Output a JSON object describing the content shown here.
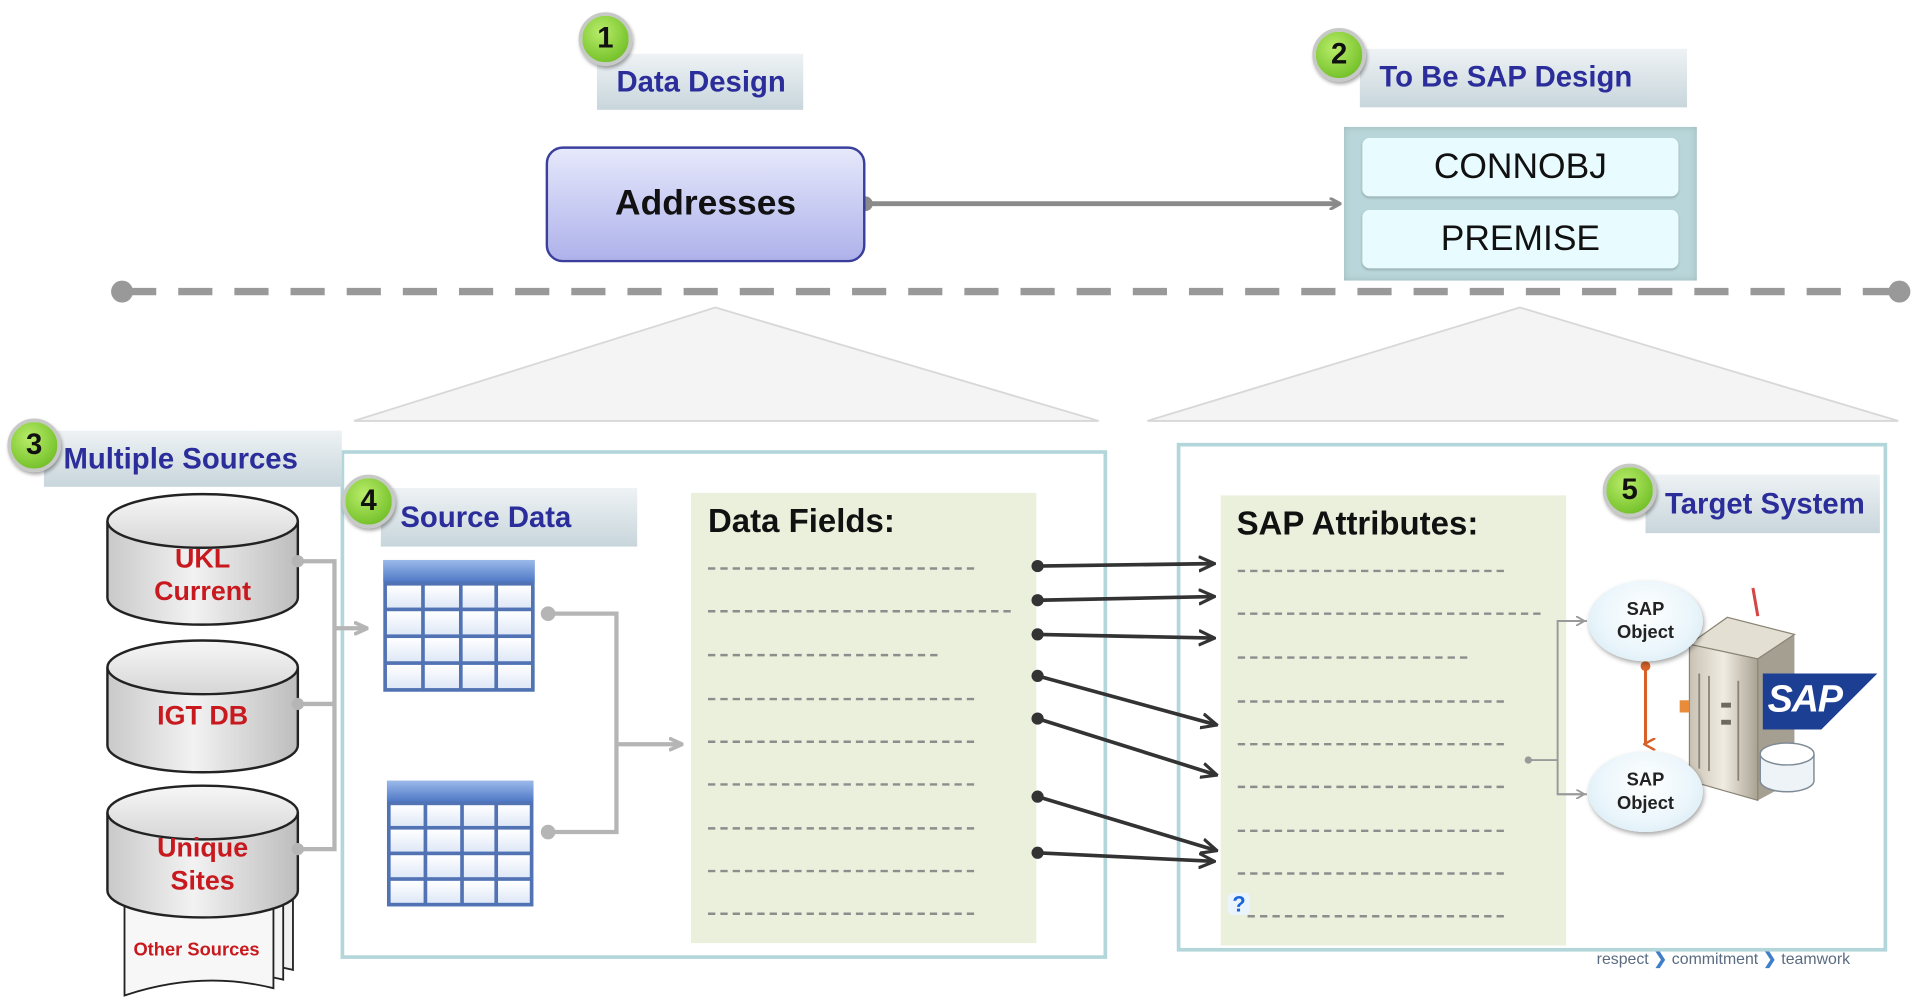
{
  "steps": [
    {
      "number": "1",
      "label": "Data Design"
    },
    {
      "number": "2",
      "label": "To Be SAP Design"
    },
    {
      "number": "3",
      "label": "Multiple Sources"
    },
    {
      "number": "4",
      "label": "Source Data"
    },
    {
      "number": "5",
      "label": "Target System"
    }
  ],
  "design": {
    "addresses": "Addresses",
    "sap_objects": [
      "CONNOBJ",
      "PREMISE"
    ]
  },
  "sources": {
    "databases": [
      "UKL\nCurrent",
      "IGT DB",
      "Unique\nSites"
    ],
    "other": "Other Sources"
  },
  "fields": {
    "data_title": "Data Fields:",
    "sap_title": "SAP Attributes:"
  },
  "target": {
    "objects": [
      "SAP\nObject",
      "SAP\nObject"
    ],
    "logo": "SAP"
  },
  "footer": [
    "respect",
    "commitment",
    "teamwork"
  ],
  "help_icon": "?",
  "colors": {
    "step_badge": "#7ac52f",
    "label_text": "#2b2e9a",
    "source_text": "#c8191e",
    "panel_border": "#b3d6da",
    "sap_blue": "#1c3f94"
  }
}
